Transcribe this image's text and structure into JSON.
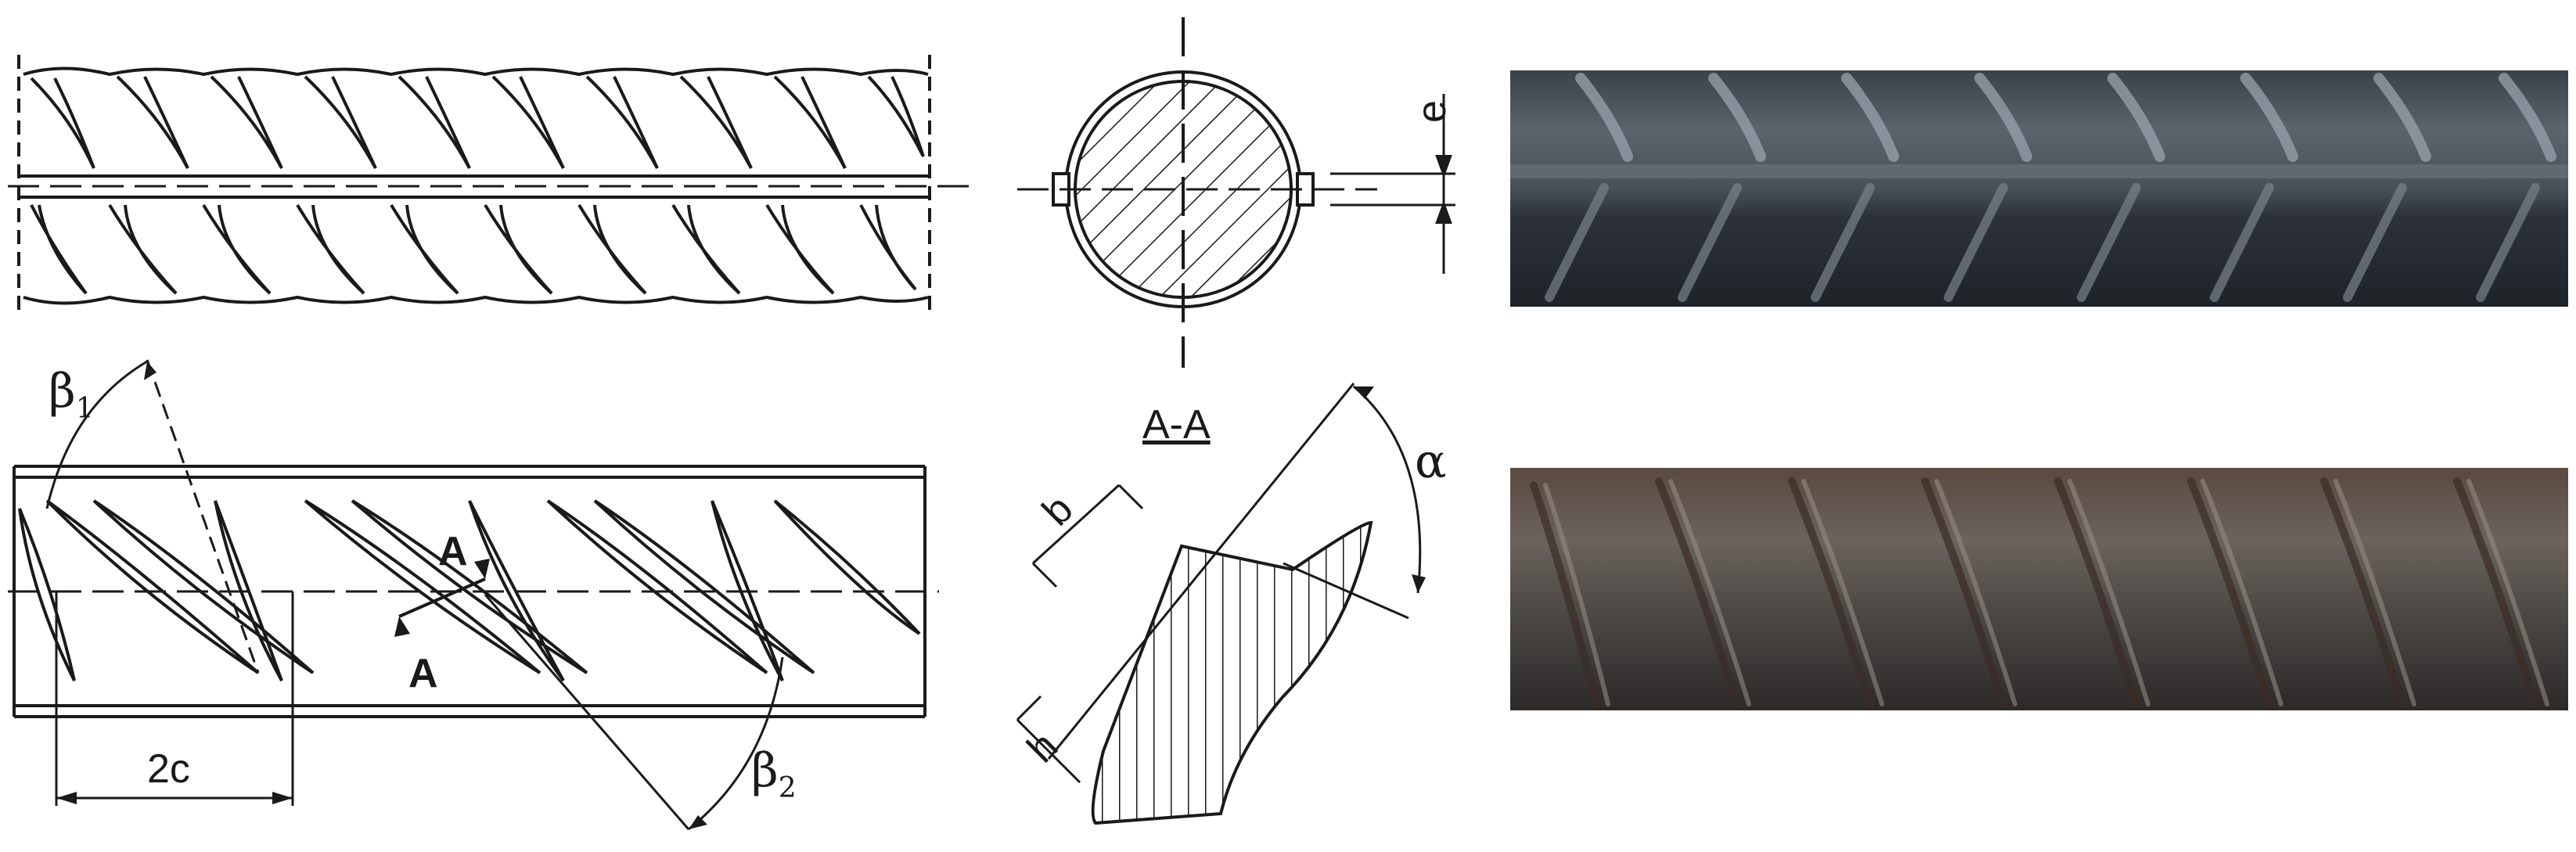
{
  "labels": {
    "beta1": "β",
    "beta1_sub": "1",
    "beta2": "β",
    "beta2_sub": "2",
    "two_c": "2c",
    "section_arrow_top": "A",
    "section_arrow_bottom": "A",
    "section_title": "A-A",
    "alpha": "α",
    "b": "b",
    "h": "h",
    "e": "e"
  },
  "photos": {
    "top_bar_caption": "",
    "bottom_bar_caption": ""
  },
  "colors": {
    "ink": "#1a1a1a",
    "steel_dark": "#2a3038",
    "steel_mid": "#4a5058",
    "steel_light": "#8a9098",
    "rust": "#6a4a38"
  }
}
